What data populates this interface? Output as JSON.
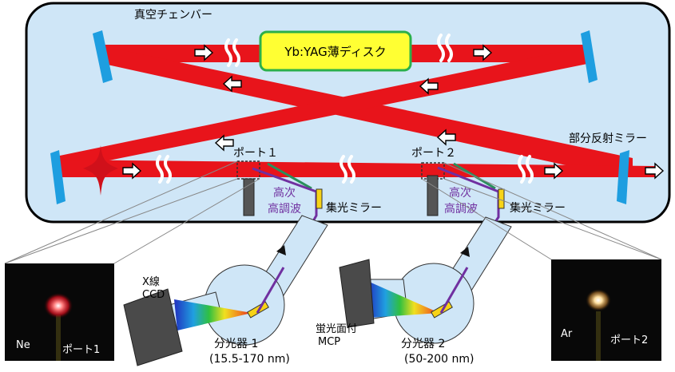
{
  "labels": {
    "chamber": "真空チェンバー",
    "disk": "Yb:YAG薄ディスク",
    "partial_mirror": "部分反射ミラー",
    "port1": "ポート１",
    "port2": "ポート２",
    "hh1_line1": "高次",
    "hh1_line2": "高調波",
    "hh2_line1": "高次",
    "hh2_line2": "高調波",
    "focus1": "集光ミラー",
    "focus2": "集光ミラー",
    "xray_ccd_1": "X線",
    "xray_ccd_2": "CCD",
    "spec1": "分光器 1",
    "spec1_range": "(15.5-170 nm)",
    "spec2": "分光器 2",
    "spec2_range": "(50-200 nm)",
    "mcp_1": "蛍光面付",
    "mcp_2": "MCP",
    "inset1_gas": "Ne",
    "inset1_port": "ポート1",
    "inset2_gas": "Ar",
    "inset2_port": "ポート2"
  },
  "colors": {
    "chamber_fill": "#cfe6f7",
    "beam": "#e8141b",
    "mirror": "#1e9ee0",
    "disk_fill": "#ffff33",
    "disk_border": "#2bb04a",
    "harmonic": "#7030a0",
    "focus_mirror": "#f7d317",
    "dark": "#4a4a4a"
  }
}
